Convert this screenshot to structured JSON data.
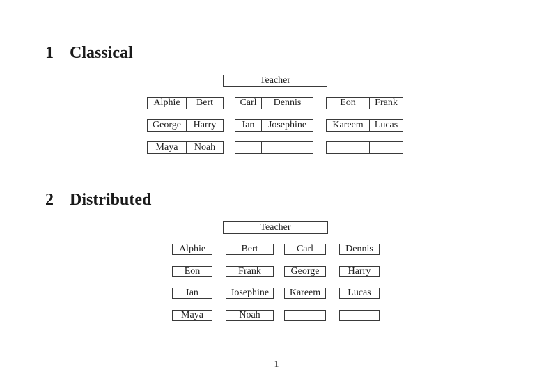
{
  "page": {
    "number_label": "1"
  },
  "sections": {
    "classical": {
      "number": "1",
      "title": "Classical"
    },
    "distributed": {
      "number": "2",
      "title": "Distributed"
    }
  },
  "classical": {
    "teacher_label": "Teacher",
    "rows": [
      {
        "desks": [
          {
            "seats": [
              "Alphie",
              "Bert"
            ]
          },
          {
            "seats": [
              "Carl",
              "Dennis"
            ]
          },
          {
            "seats": [
              "Eon",
              "Frank"
            ]
          }
        ]
      },
      {
        "desks": [
          {
            "seats": [
              "George",
              "Harry"
            ]
          },
          {
            "seats": [
              "Ian",
              "Josephine"
            ]
          },
          {
            "seats": [
              "Kareem",
              "Lucas"
            ]
          }
        ]
      },
      {
        "desks": [
          {
            "seats": [
              "Maya",
              "Noah"
            ]
          },
          {
            "seats": [
              "",
              ""
            ]
          },
          {
            "seats": [
              "",
              ""
            ]
          }
        ]
      }
    ]
  },
  "distributed": {
    "teacher_label": "Teacher",
    "rows": [
      {
        "seats": [
          "Alphie",
          "Bert",
          "Carl",
          "Dennis"
        ]
      },
      {
        "seats": [
          "Eon",
          "Frank",
          "George",
          "Harry"
        ]
      },
      {
        "seats": [
          "Ian",
          "Josephine",
          "Kareem",
          "Lucas"
        ]
      },
      {
        "seats": [
          "Maya",
          "Noah",
          "",
          ""
        ]
      }
    ]
  }
}
